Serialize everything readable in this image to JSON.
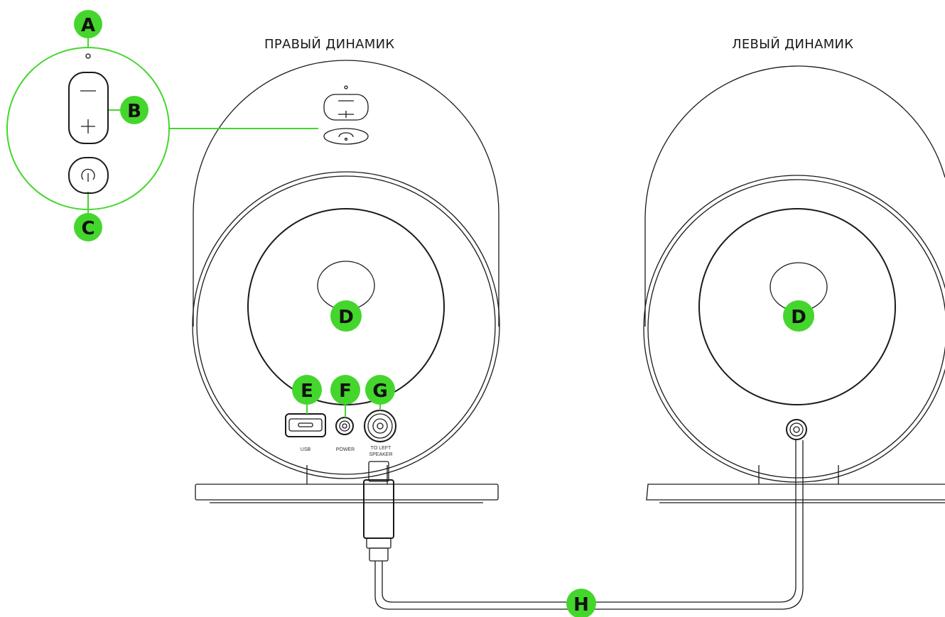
{
  "titles": {
    "right_speaker": "ПРАВЫЙ ДИНАМИК",
    "left_speaker": "ЛЕВЫЙ ДИНАМИК"
  },
  "callouts": {
    "a": "A",
    "b": "B",
    "c": "C",
    "d_right": "D",
    "d_left": "D",
    "e": "E",
    "f": "F",
    "g": "G",
    "h": "H"
  },
  "port_labels": {
    "usb": "USB",
    "power": "POWER",
    "to_left_line1": "TO LEFT",
    "to_left_line2": "SPEAKER"
  },
  "colors": {
    "accent_green": "#44d62c",
    "line": "#1a1a1a"
  }
}
